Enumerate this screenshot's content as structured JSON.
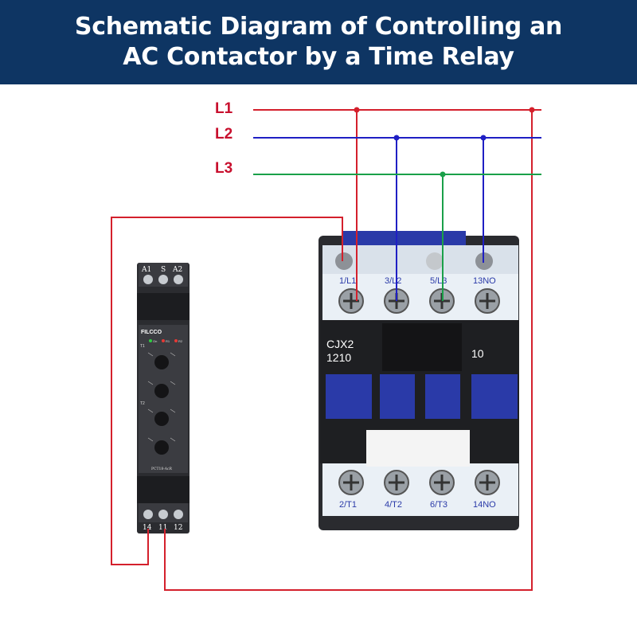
{
  "header": {
    "title_line1": "Schematic Diagram of Controlling an",
    "title_line2": "AC Contactor by a Time Relay"
  },
  "lines": [
    {
      "label": "L1",
      "color": "#d4202c"
    },
    {
      "label": "L2",
      "color": "#1f1fc4"
    },
    {
      "label": "L3",
      "color": "#1aa049"
    }
  ],
  "relay": {
    "top_terminals": [
      "A1",
      "S",
      "A2"
    ],
    "brand": "FILCCO",
    "indicators": [
      "On",
      "R1",
      "R2"
    ],
    "t1_label": "T1",
    "t2_label": "T2",
    "model": "PCT18-AcR",
    "bottom_terminals": [
      "14",
      "11",
      "12"
    ]
  },
  "contactor": {
    "model_line1": "CJX2",
    "model_line2": "1210",
    "contact_code": "10",
    "top_terminals": [
      "1/L1",
      "3/L2",
      "5/L3",
      "13NO"
    ],
    "bottom_terminals": [
      "2/T1",
      "4/T2",
      "6/T3",
      "14NO"
    ]
  },
  "colors": {
    "header_bg": "#0e3563",
    "wire_red": "#d4202c",
    "wire_blue": "#1f1fc4",
    "wire_green": "#1aa049",
    "contactor_button": "#2a3aa8"
  }
}
